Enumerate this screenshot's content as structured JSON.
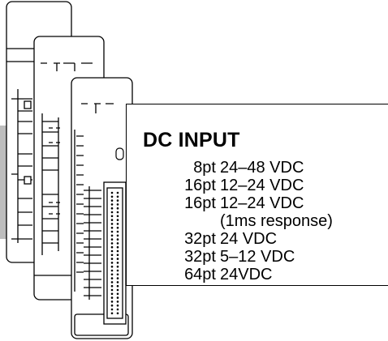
{
  "panel": {
    "title": "DC INPUT",
    "modules": [
      {
        "points": "8pt",
        "voltage": "24–48 VDC"
      },
      {
        "points": "16pt",
        "voltage": "12–24 VDC"
      },
      {
        "points": "16pt",
        "voltage": "12–24 VDC"
      },
      {
        "points": "",
        "voltage": "(1ms response)"
      },
      {
        "points": "32pt",
        "voltage": "24 VDC"
      },
      {
        "points": "32pt",
        "voltage": "5–12 VDC"
      },
      {
        "points": "64pt",
        "voltage": "24VDC"
      }
    ]
  },
  "colors": {
    "line": "#000000",
    "shade": "#bdbdbd",
    "background": "#ffffff"
  }
}
